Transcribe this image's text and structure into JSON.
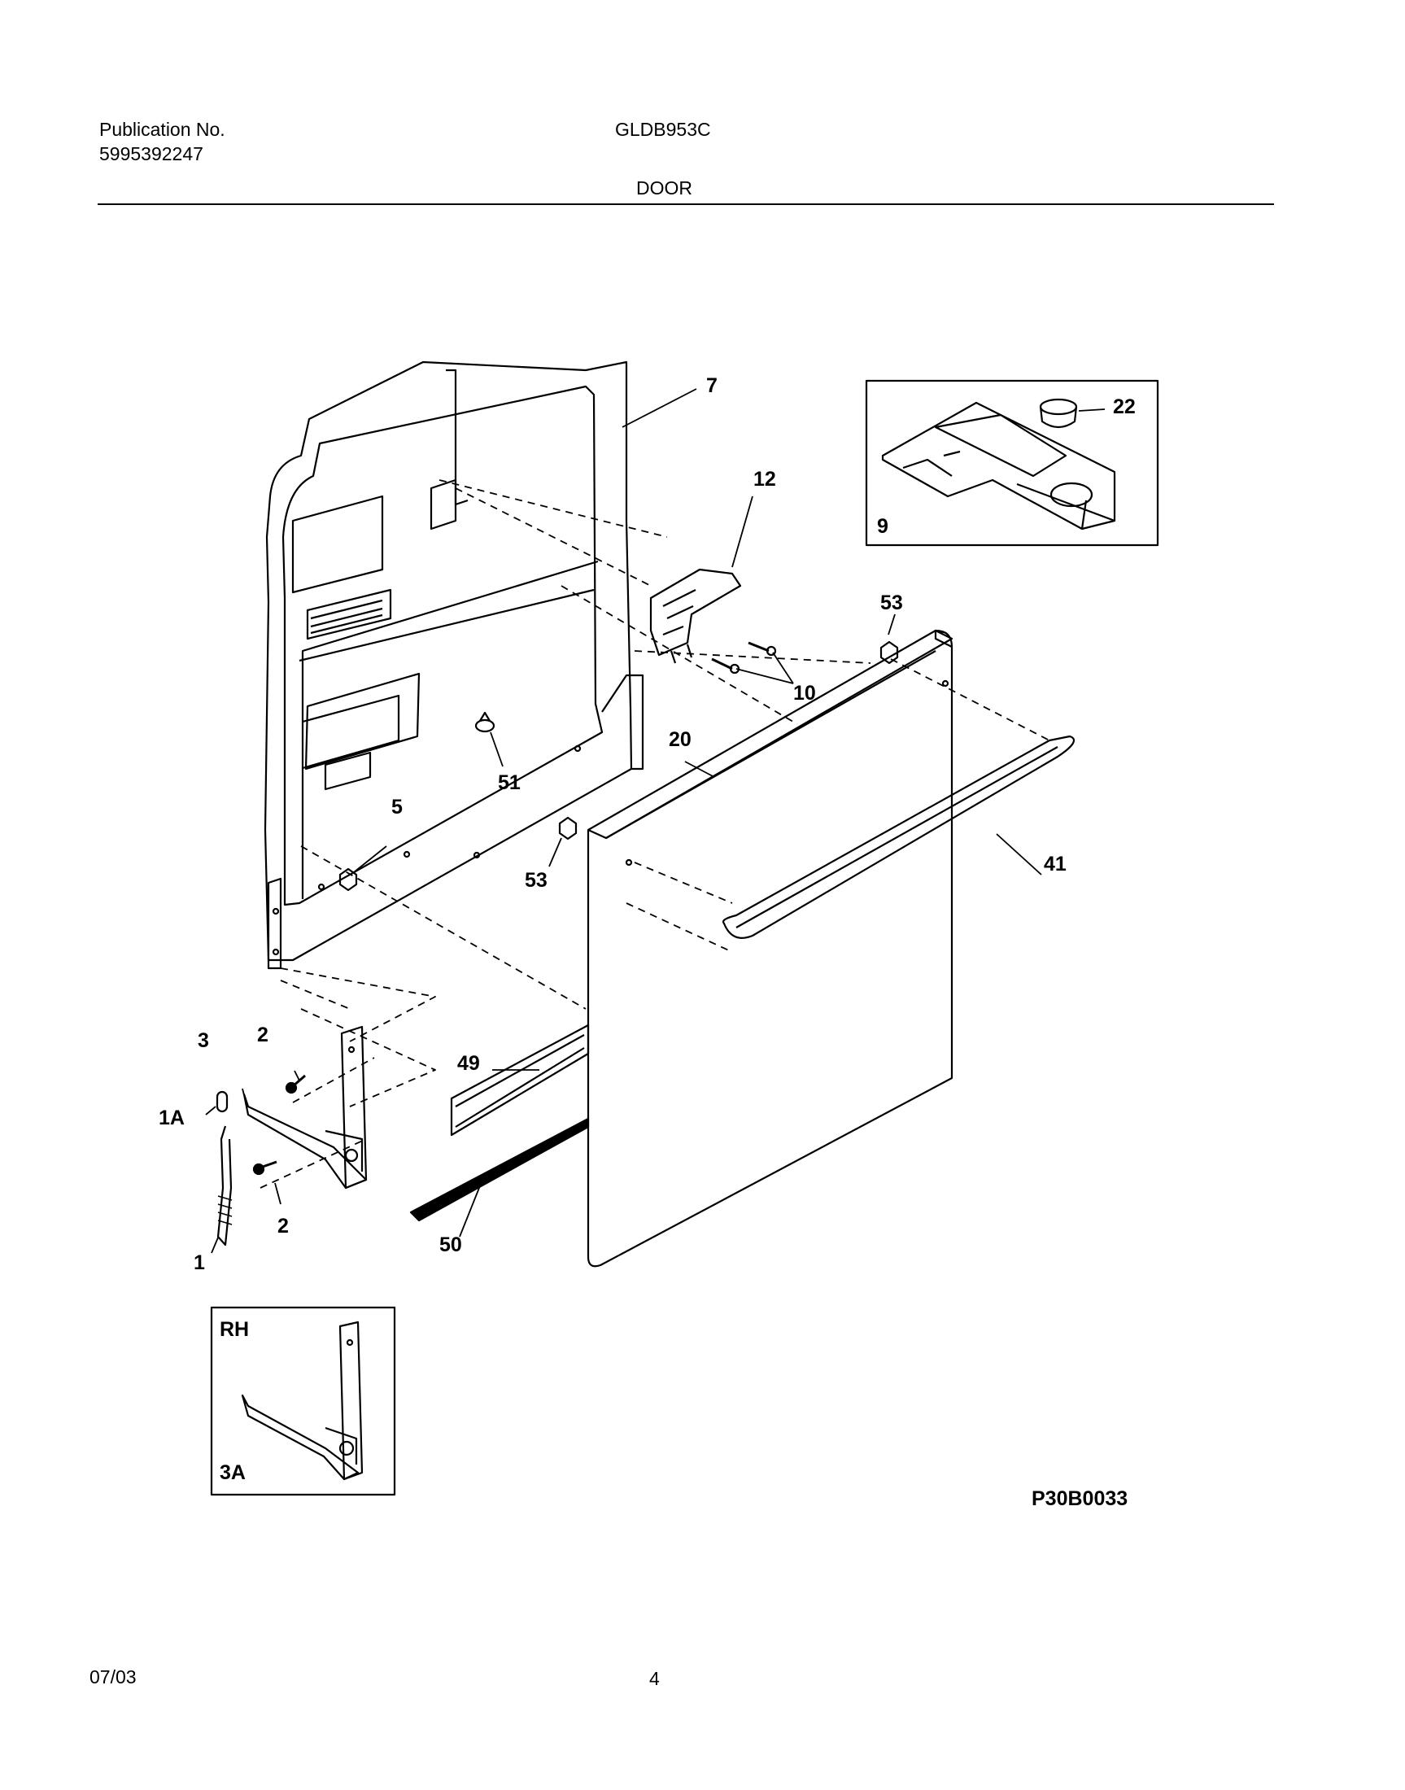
{
  "header": {
    "publication_label": "Publication No.",
    "publication_number": "5995392247",
    "model": "GLDB953C",
    "section_title": "DOOR"
  },
  "diagram": {
    "code": "P30B0033",
    "callouts": [
      "1",
      "1A",
      "2",
      "2",
      "3",
      "5",
      "7",
      "10",
      "12",
      "20",
      "41",
      "49",
      "50",
      "51",
      "53",
      "53"
    ],
    "inset_dispenser": {
      "callouts": [
        "9",
        "22"
      ]
    },
    "inset_hinge": {
      "side_label": "RH",
      "callout": "3A"
    }
  },
  "footer": {
    "date": "07/03",
    "page_number": "4"
  }
}
